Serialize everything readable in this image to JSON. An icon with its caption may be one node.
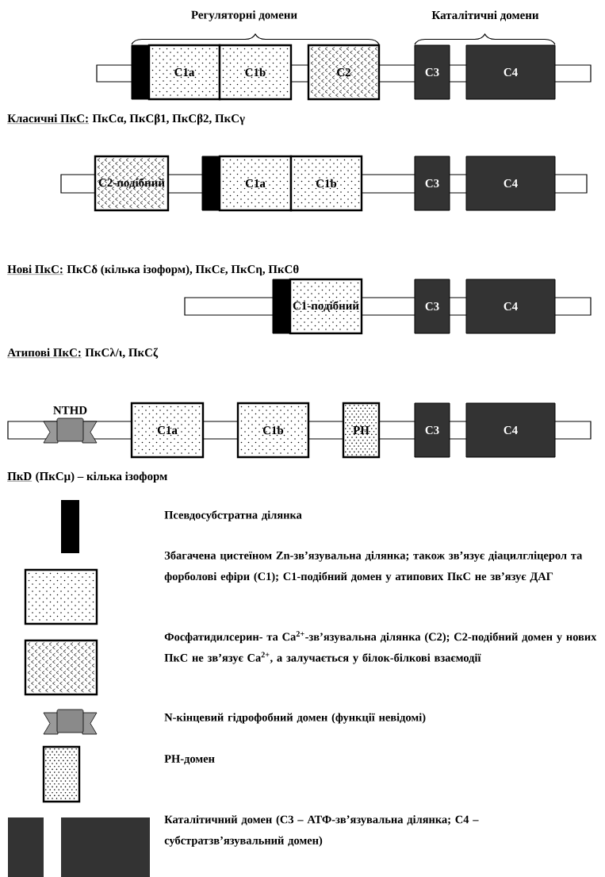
{
  "diagram": {
    "nodes": [
      {
        "text": [],
        "shape": "bar"
      },
      {
        "text": [],
        "shape": "bar"
      },
      {
        "text": [
          "C1a"
        ]
      },
      {
        "text": [
          "C1b"
        ]
      },
      {
        "text": [
          "C2"
        ]
      },
      {
        "text": [
          "C3"
        ]
      },
      {
        "text": [
          "C4"
        ]
      },
      {
        "text": [],
        "shape": "bar"
      },
      {
        "text": [
          "C2-подібний"
        ]
      },
      {
        "text": [],
        "shape": "bar"
      },
      {
        "text": [
          "C1a"
        ]
      },
      {
        "text": [
          "C1b"
        ]
      },
      {
        "text": [
          "C3"
        ]
      },
      {
        "text": [
          "C4"
        ]
      },
      {
        "text": [],
        "shape": "bar"
      },
      {
        "text": [],
        "shape": "bar"
      },
      {
        "text": [
          "C1-подібний"
        ]
      },
      {
        "text": [
          "C3"
        ]
      },
      {
        "text": [
          "C4"
        ]
      },
      {
        "text": [],
        "shape": "bar"
      },
      {
        "text": [
          "NTHD"
        ]
      },
      {
        "text": [
          "C1a"
        ]
      },
      {
        "text": [
          "C1b"
        ]
      },
      {
        "text": [
          "PH"
        ]
      },
      {
        "text": [
          "C3"
        ]
      },
      {
        "text": [
          "C4"
        ]
      }
    ],
    "labels": [
      "Регуляторні домени",
      "Каталітичні домени",
      "Класичні ПкС:",
      "ПкСα, ПкСβ1, ПкСβ2, ПкСγ",
      "Нові ПкС:",
      "ПкСδ (кілька ізоформ), ПкСε, ПкСη, ПкСθ",
      "Атипові ПкС:",
      "ПкСλ/ι, ПкСζ",
      "ПкD",
      "(ПкСμ) – кілька ізоформ"
    ],
    "legend": [
      {
        "text": "Псевдосубстратна ділянка"
      },
      {
        "text": "Збагачена цистеїном Zn-зв’язувальна ділянка; також зв’язує діацилгліцерол та форболові ефіри (С1); С1-подібний домен у атипових ПкС не зв’язує ДАГ"
      },
      {
        "text": "Фосфатидилсерин- та Са$^{2+}$-зв’язувальна ділянка (С2); С2-подібний домен у нових ПкС не зв’язує Са$^{2+}$, а залучається у білок-білкові взаємодії"
      },
      {
        "text": "N-кінцевий гідрофобний домен (функції невідомі)"
      },
      {
        "text": "РН-домен"
      },
      {
        "text": "Каталітичний домен (С3 – АТФ-зв’язувальна ділянка; С4 – субстратзв’язувальний домен)"
      }
    ]
  }
}
